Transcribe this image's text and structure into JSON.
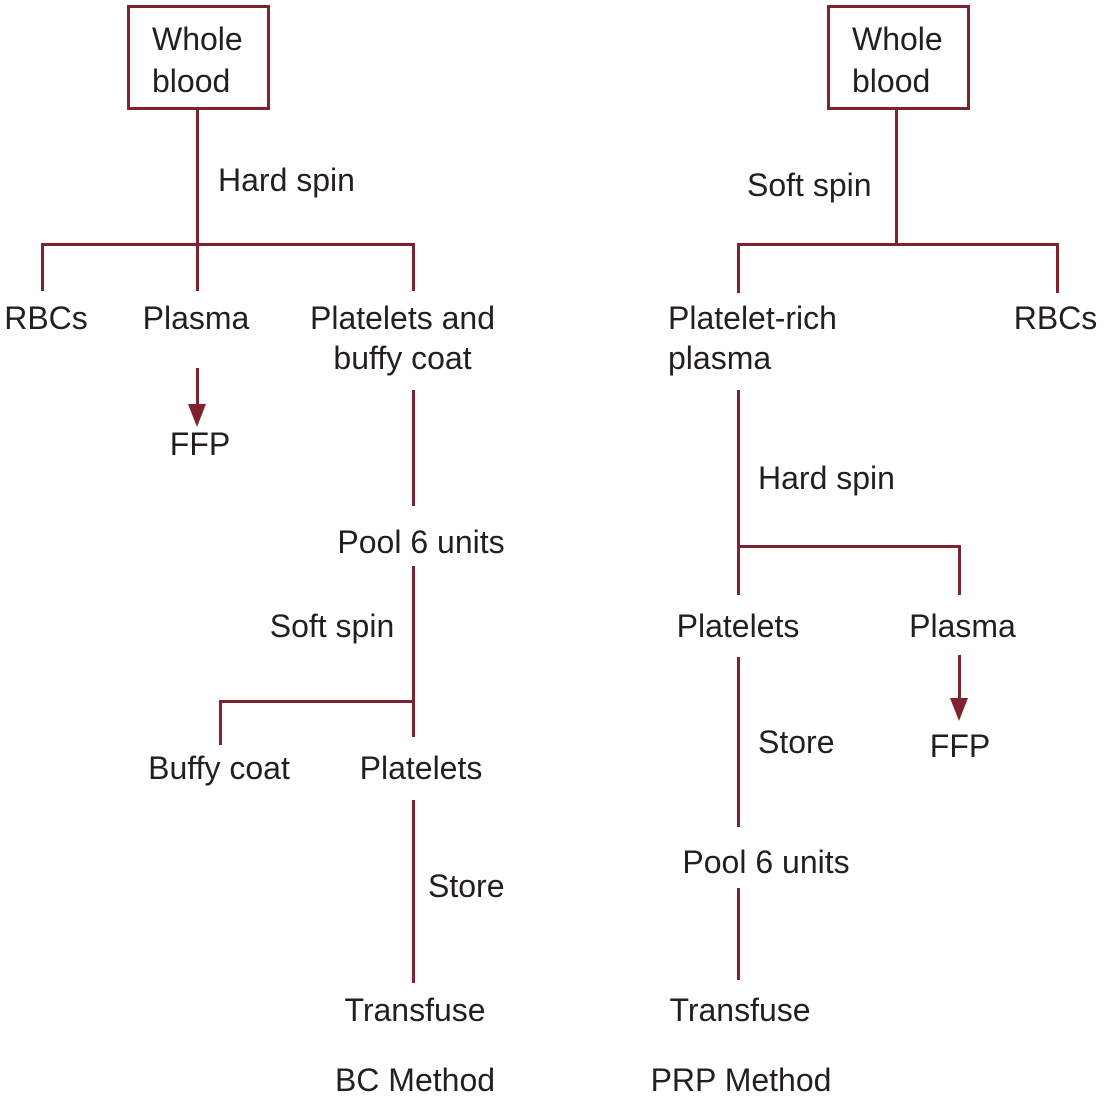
{
  "colors": {
    "line": "#7e2230",
    "text": "#231f20",
    "background": "#ffffff"
  },
  "diagram_left": {
    "root": "Whole\nblood",
    "spin1": "Hard spin",
    "branch1": [
      "RBCs",
      "Plasma",
      "Platelets and\nbuffy coat"
    ],
    "ffp": "FFP",
    "pool": "Pool 6 units",
    "spin2": "Soft spin",
    "branch2": [
      "Buffy coat",
      "Platelets"
    ],
    "store": "Store",
    "transfuse": "Transfuse",
    "method_label": "BC Method"
  },
  "diagram_right": {
    "root": "Whole\nblood",
    "spin1": "Soft spin",
    "branch1": [
      "Platelet-rich\nplasma",
      "RBCs"
    ],
    "spin2": "Hard spin",
    "branch2": [
      "Platelets",
      "Plasma"
    ],
    "ffp": "FFP",
    "store": "Store",
    "pool": "Pool 6 units",
    "transfuse": "Transfuse",
    "method_label": "PRP Method"
  }
}
